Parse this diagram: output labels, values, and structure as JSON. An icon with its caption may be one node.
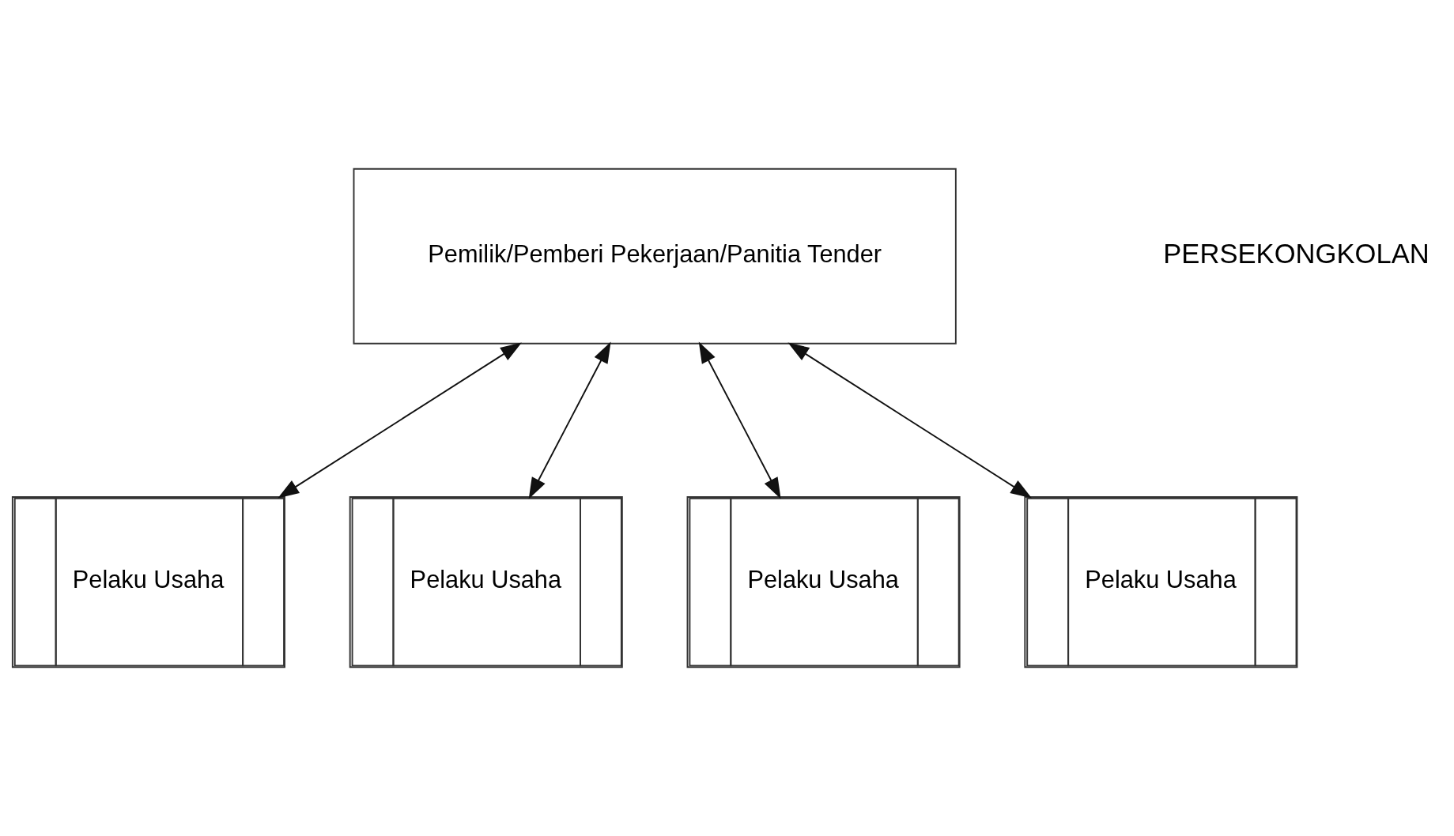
{
  "diagram": {
    "nodes": [
      {
        "text": [
          "Pemilik/Pemberi Pekerjaan/Panitia Tender"
        ]
      },
      {
        "text": [
          "Pelaku Usaha"
        ]
      },
      {
        "text": [
          "Pelaku Usaha"
        ]
      },
      {
        "text": [
          "Pelaku Usaha"
        ]
      },
      {
        "text": [
          "Pelaku Usaha"
        ]
      }
    ],
    "edges": [
      {
        "from": 0,
        "to": 1,
        "arrow": "both"
      },
      {
        "from": 0,
        "to": 2,
        "arrow": "both"
      },
      {
        "from": 0,
        "to": 3,
        "arrow": "both"
      },
      {
        "from": 0,
        "to": 4,
        "arrow": "both"
      }
    ],
    "labels": [
      "PERSEKONGKOLAN"
    ]
  }
}
